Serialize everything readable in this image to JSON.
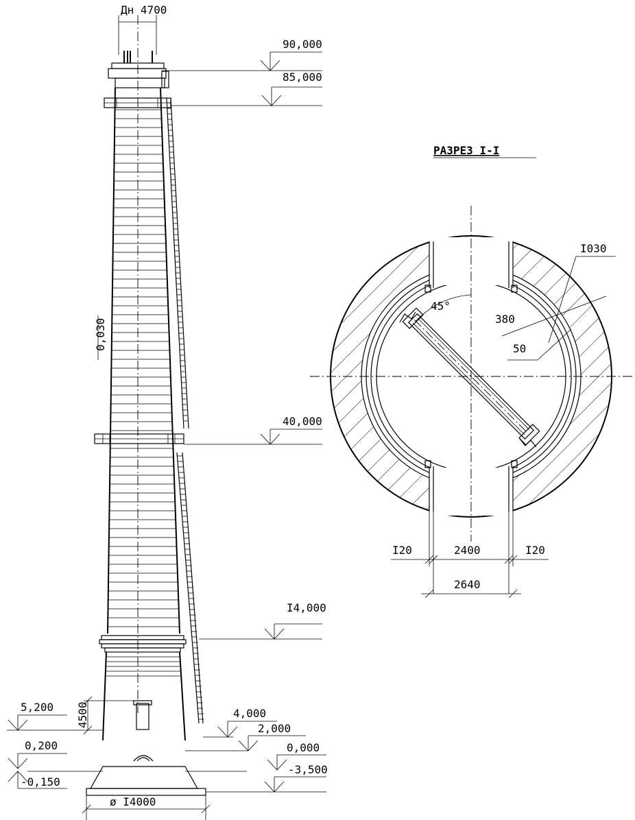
{
  "elevation": {
    "diameter_top": "Дн 4700",
    "levels": {
      "l90": "90,000",
      "l85": "85,000",
      "l40": "40,000",
      "l14": "I4,000",
      "l5_2": "5,200",
      "l4": "4,000",
      "l2": "2,000",
      "l0_2": "0,200",
      "l0": "0,000",
      "lm0_15": "-0,150",
      "lm3_5": "-3,500"
    },
    "height_4500": "4500",
    "slope": "0,030",
    "base_diameter": "ø I4000"
  },
  "section": {
    "title": "РАЗРЕЗ I-I",
    "angle": "45°",
    "dims": {
      "d1030": "I030",
      "d380": "380",
      "d50": "50",
      "d120_left": "I20",
      "d2400": "2400",
      "d120_right": "I20",
      "d2640": "2640"
    }
  }
}
